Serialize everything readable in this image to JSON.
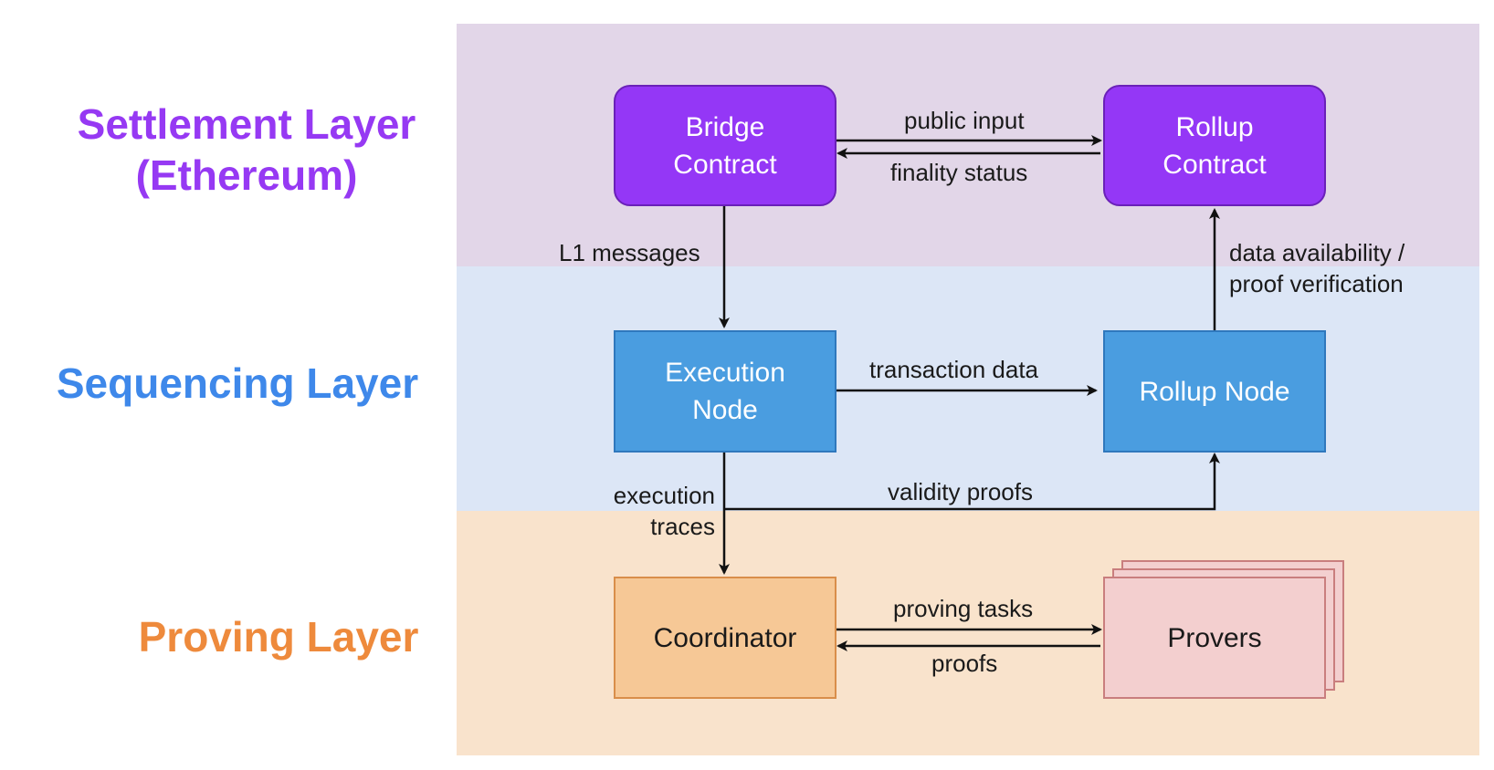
{
  "colors": {
    "settlement_bg": "#e2d6e8",
    "sequencing_bg": "#dce6f6",
    "proving_bg": "#f9e3cc",
    "settlement_label": "#9639f3",
    "sequencing_label": "#3e88ea",
    "proving_label": "#ee8a3c",
    "purple_node_fill": "#9437f6",
    "purple_node_stroke": "#6a21b8",
    "blue_node_fill": "#4a9de0",
    "blue_node_stroke": "#2f78bd",
    "coordinator_fill": "#f6c896",
    "coordinator_stroke": "#d98e4a",
    "provers_fill": "#f3cfcf",
    "provers_stroke": "#c97e7e",
    "edge": "#111111"
  },
  "layers": {
    "settlement": {
      "line1": "Settlement Layer",
      "line2": "(Ethereum)"
    },
    "sequencing": {
      "line1": "Sequencing Layer"
    },
    "proving": {
      "line1": "Proving Layer"
    }
  },
  "nodes": {
    "bridge_contract": {
      "line1": "Bridge",
      "line2": "Contract"
    },
    "rollup_contract": {
      "line1": "Rollup",
      "line2": "Contract"
    },
    "execution_node": {
      "line1": "Execution",
      "line2": "Node"
    },
    "rollup_node": {
      "line1": "Rollup Node"
    },
    "coordinator": {
      "line1": "Coordinator"
    },
    "provers": {
      "line1": "Provers"
    }
  },
  "edges": {
    "public_input": "public input",
    "finality_status": "finality status",
    "l1_messages": "L1 messages",
    "data_availability_line1": "data availability /",
    "data_availability_line2": "proof verification",
    "transaction_data": "transaction data",
    "execution_traces_line1": "execution",
    "execution_traces_line2": "traces",
    "validity_proofs": "validity proofs",
    "proving_tasks": "proving tasks",
    "proofs": "proofs"
  }
}
